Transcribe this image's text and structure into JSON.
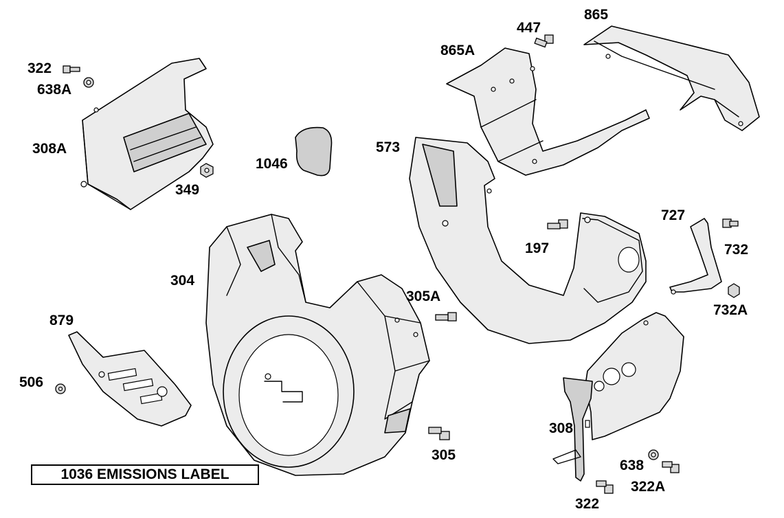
{
  "labels": {
    "p322_top": "322",
    "p638A": "638A",
    "p308A": "308A",
    "p349": "349",
    "p1046": "1046",
    "p304": "304",
    "p305A": "305A",
    "p305": "305",
    "p879": "879",
    "p506": "506",
    "p573": "573",
    "p865A": "865A",
    "p447": "447",
    "p865": "865",
    "p197": "197",
    "p727": "727",
    "p732": "732",
    "p732A": "732A",
    "p308": "308",
    "p638": "638",
    "p322A": "322A",
    "p322_bottom": "322"
  },
  "emissions_label": "1036 EMISSIONS LABEL"
}
